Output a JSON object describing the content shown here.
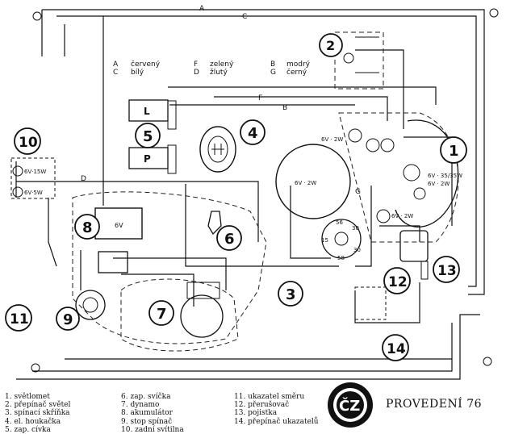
{
  "wire_letters": [
    "A",
    "C",
    "B",
    "F",
    "D",
    "G"
  ],
  "color_legend": [
    {
      "code": "A",
      "name": "červený"
    },
    {
      "code": "C",
      "name": "bílý"
    },
    {
      "code": "F",
      "name": "zelený"
    },
    {
      "code": "D",
      "name": "žlutý"
    },
    {
      "code": "B",
      "name": "modrý"
    },
    {
      "code": "G",
      "name": "černý"
    }
  ],
  "component_numbers": [
    "1",
    "2",
    "3",
    "4",
    "5",
    "6",
    "7",
    "8",
    "9",
    "10",
    "11",
    "12",
    "13",
    "14"
  ],
  "ratings": {
    "headlamp": "6V · 35/35W",
    "headlamp_park": "6V · 2W",
    "speedo_bulb": "6V · 2W",
    "tail_top": "6V·15W",
    "tail_bottom": "6V·5W",
    "ind_a": "6V · 2W",
    "ind_b": "6V · 2W",
    "battery": "6V"
  },
  "switch_labels": {
    "l": "L",
    "p": "P"
  },
  "ign_terminals": [
    "56",
    "30",
    "30",
    "15",
    "58"
  ],
  "legend": [
    "1. světlomet",
    "2. přepínač světel",
    "3. spínací skříňka",
    "4. el. houkačka",
    "5. zap. cívka",
    "6. zap. svíčka",
    "7. dynamo",
    "8. akumulátor",
    "9. stop spínač",
    "10. zadní svítilna",
    "11. ukazatel směru",
    "12. přerušovač",
    "13. pojistka",
    "14. přepínač ukazatelů"
  ],
  "logo_text": "ČZ",
  "title": "PROVEDENÍ 76"
}
